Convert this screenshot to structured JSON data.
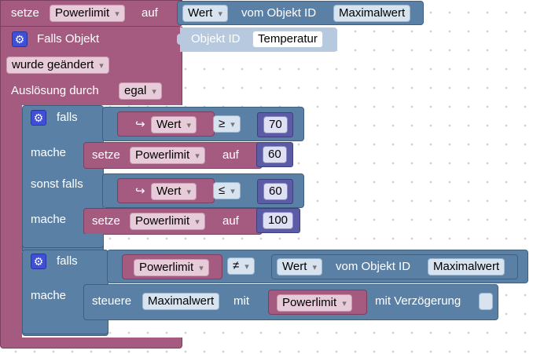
{
  "top_set": {
    "set_kw": "setze",
    "var": "Powerlimit",
    "to_kw": "auf",
    "value_dd": "Wert",
    "obj_kw": "vom Objekt ID",
    "obj_id": "Maximalwert"
  },
  "trigger": {
    "if_object_kw": "Falls Objekt",
    "object_kw": "Objekt ID",
    "object_id": "Temperatur",
    "changed": "wurde geändert",
    "triggered_by_kw": "Auslösung durch",
    "triggered_by": "egal"
  },
  "if1": {
    "if_kw": "falls",
    "cond_value": "Wert",
    "cond_op": "≥",
    "cond_num": "70",
    "do_kw": "mache",
    "do_set_kw": "setze",
    "do_var": "Powerlimit",
    "do_to_kw": "auf",
    "do_num": "60",
    "elseif_kw": "sonst falls",
    "cond2_value": "Wert",
    "cond2_op": "≤",
    "cond2_num": "60",
    "do2_kw": "mache",
    "do2_set_kw": "setze",
    "do2_var": "Powerlimit",
    "do2_to_kw": "auf",
    "do2_num": "100"
  },
  "if2": {
    "if_kw": "falls",
    "cond_var": "Powerlimit",
    "cond_op": "≠",
    "cond_value": "Wert",
    "cond_obj_kw": "vom Objekt ID",
    "cond_obj_id": "Maximalwert",
    "do_kw": "mache",
    "control_kw": "steuere",
    "control_obj": "Maximalwert",
    "with_kw": "mit",
    "with_var": "Powerlimit",
    "delay_kw": "mit Verzögerung"
  },
  "colors": {
    "variable": "#a55b80",
    "logic": "#5b80a5",
    "math": "#5c5ca6",
    "gear": "#3f4fd8"
  }
}
